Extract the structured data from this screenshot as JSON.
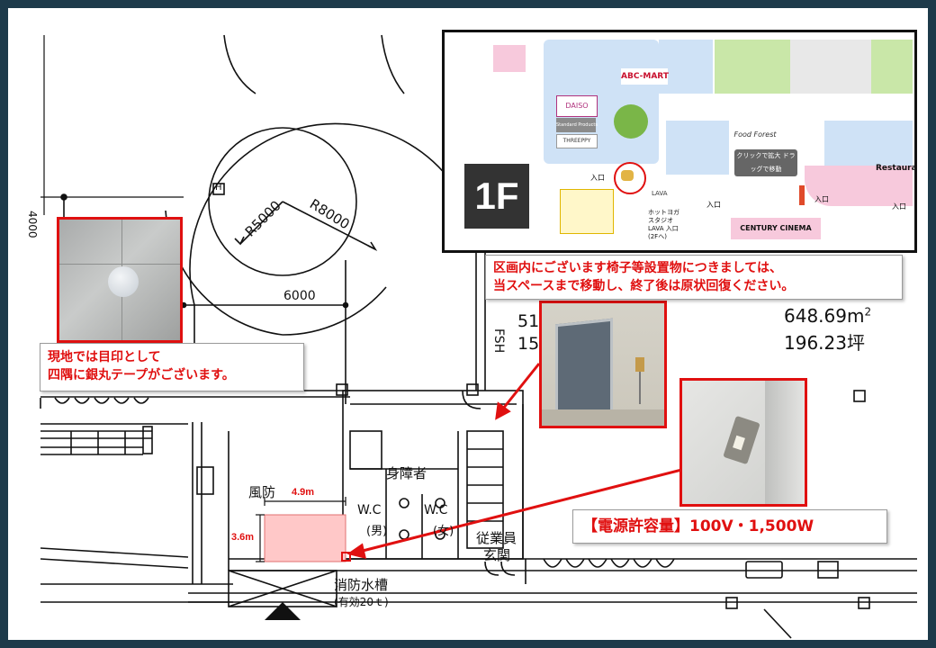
{
  "floorplan": {
    "radius_inner": "R5000",
    "radius_outer": "R8000",
    "width_6000": "6000",
    "height_4000": "4000",
    "fsh": "FSH",
    "area_m2": "648.69m",
    "area_m2_sup": "2",
    "area_tsubo": "196.23坪",
    "partial_51": "51",
    "partial_15": "15",
    "windbreak": "風防",
    "accessible_wc": "身障者",
    "wc_men": "W.C",
    "wc_men_sub": "(男)",
    "wc_women": "W.C",
    "wc_women_sub": "(女)",
    "staff": "従業員",
    "entrance": "玄関",
    "fire_tank": "消防水槽",
    "fire_tank_sub": "(有効20ｔ)",
    "h_mark": "H",
    "dim_width": "4.9m",
    "dim_height": "3.6m"
  },
  "callouts": {
    "marker": [
      "現地では目印として",
      "四隅に銀丸テープがございます。"
    ],
    "furniture": [
      "区画内にございます椅子等設置物につきましては、",
      "当スペースまで移動し、終了後は原状回復ください。"
    ],
    "power": "【電源許容量】100V・1,500W"
  },
  "inset_map": {
    "floor_label": "1F",
    "stores": [
      "DAISO",
      "ABC-MART",
      "Food Forest",
      "CENTURY CINEMA",
      "LAVA",
      "THREEPPY",
      "Standard Products",
      "Restaurant"
    ],
    "note": "クリックで拡大 ドラッグで移動",
    "entrance_label": "入口",
    "lava_text": [
      "ホットヨガ",
      "スタジオ",
      "LAVA 入口",
      "(2Fへ)"
    ]
  },
  "colors": {
    "frame": "#1d3a4a",
    "accent_red": "#e01010",
    "highlight_area": "#ffc8c8",
    "map_blue": "#cfe2f6",
    "map_green": "#c9e7a8",
    "map_pink": "#f7c9dc"
  }
}
